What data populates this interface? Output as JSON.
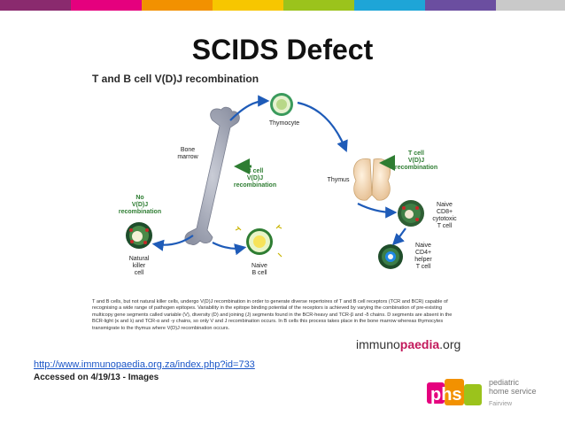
{
  "slide": {
    "title": "SCIDS Defect",
    "source_url": "http://www.immunopaedia.org.za/index.php?id=733",
    "accessed": "Accessed on 4/19/13 - Images",
    "topbar_colors": [
      "#8a2a6e",
      "#e5007e",
      "#f29100",
      "#f7c600",
      "#9bc31c",
      "#1ea5d7",
      "#6b4ea0",
      "#c9c9c9"
    ]
  },
  "figure": {
    "title": "T and B cell V(D)J recombination",
    "labels": {
      "thymocyte": "Thymocyte",
      "bone_marrow_1": "Bone",
      "bone_marrow_2": "marrow",
      "thymus": "Thymus",
      "bcell_vdj_1": "B cell",
      "bcell_vdj_2": "V(D)J",
      "bcell_vdj_3": "recombination",
      "tcell_vdj_1": "T cell",
      "tcell_vdj_2": "V(D)J",
      "tcell_vdj_3": "recombination",
      "no_vdj_1": "No",
      "no_vdj_2": "V(D)J",
      "no_vdj_3": "recombination",
      "nk_1": "Natural",
      "nk_2": "killer",
      "nk_3": "cell",
      "naive_b_1": "Naive",
      "naive_b_2": "B cell",
      "cd8_1": "Naive",
      "cd8_2": "CD8+",
      "cd8_3": "cytotoxic",
      "cd8_4": "T cell",
      "cd4_1": "Naive",
      "cd4_2": "CD4+",
      "cd4_3": "helper",
      "cd4_4": "T cell"
    },
    "caption": "T and B cells, but not natural killer cells, undergo V(D)J recombination in order to generate diverse repertoires of T and B cell receptors (TCR and BCR) capable of recognising a wide range of pathogen epitopes. Variability in the epitope binding potential of the receptors is achieved by varying the combination of pre-existing multicopy gene segments called variable (V), diversity (D) and joining (J) segments found in the BCR-heavy and TCR-β and -δ chains. D segments are absent in the BCR-light (κ and λ) and TCR-α and -γ chains, so only V and J recombination occurs. In B cells this process takes place in the bone marrow whereas thymocytes transmigrate to the thymus where V(D)J recombination occurs.",
    "brand_prefix": "immuno",
    "brand_main": "paedia",
    "brand_suffix": ".org"
  },
  "logo": {
    "mark": "phs",
    "line1": "pediatric",
    "line2": "home service",
    "line3": "Fairview"
  }
}
